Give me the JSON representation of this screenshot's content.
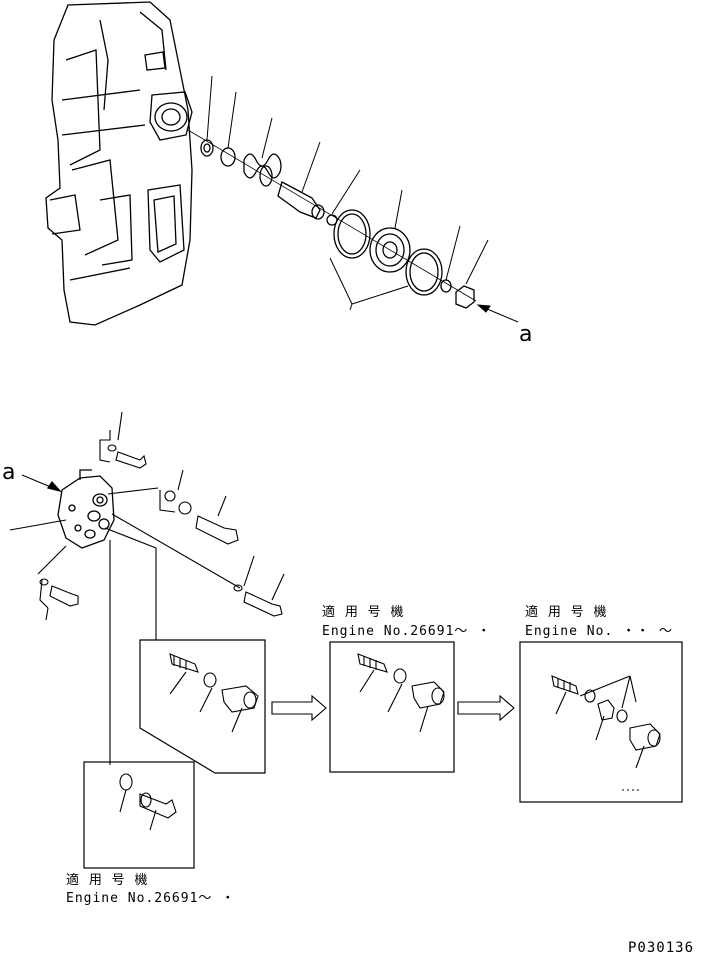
{
  "callouts": {
    "view_letter_top": "a",
    "view_letter_left": "a"
  },
  "applicability": {
    "box_middle": {
      "title": "適 用 号 機",
      "engine": "Engine No.26691～ ・"
    },
    "box_right": {
      "title": "適 用 号 機",
      "engine": "Engine No. ・・ ～"
    },
    "box_lower": {
      "title": "適 用 号 機",
      "engine": "Engine No.26691～ ・"
    }
  },
  "drawing_code": "P030136"
}
